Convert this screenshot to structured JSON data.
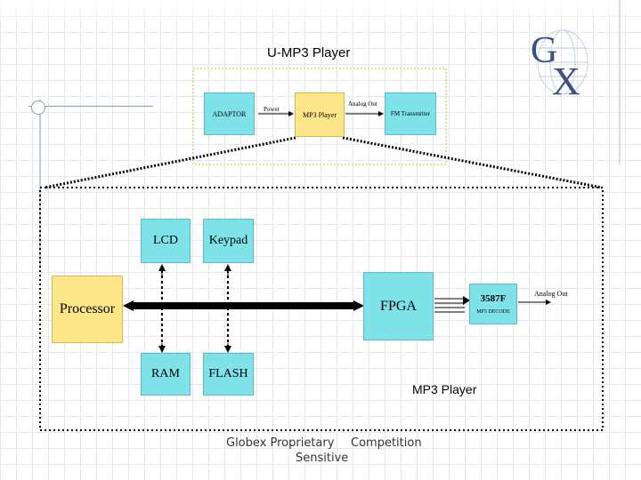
{
  "title": "U-MP3 Player",
  "logo": {
    "icon": "globex-gx-logo-icon",
    "letters": "GX"
  },
  "top_diagram": {
    "adaptor": "ADAPTOR",
    "mp3_player": "MP3 Player",
    "fm_transmitter": "FM Transmitter",
    "power_label": "Power",
    "analog_out_label": "Analog Out"
  },
  "detail": {
    "lcd": "LCD",
    "keypad": "Keypad",
    "processor": "Processor",
    "fpga": "FPGA",
    "chip": "3587F",
    "chip_sub": "MP3 DECODE",
    "ram": "RAM",
    "flash": "FLASH",
    "analog_out": "Analog Out",
    "caption": "MP3 Player"
  },
  "footer": {
    "line1_left": "Globex Proprietary",
    "line1_right": "Competition",
    "line2": "Sensitive"
  },
  "colors": {
    "cyan": "#7fe2e8",
    "yellow": "#fde68a",
    "dotted_border": "#e6e08a"
  }
}
